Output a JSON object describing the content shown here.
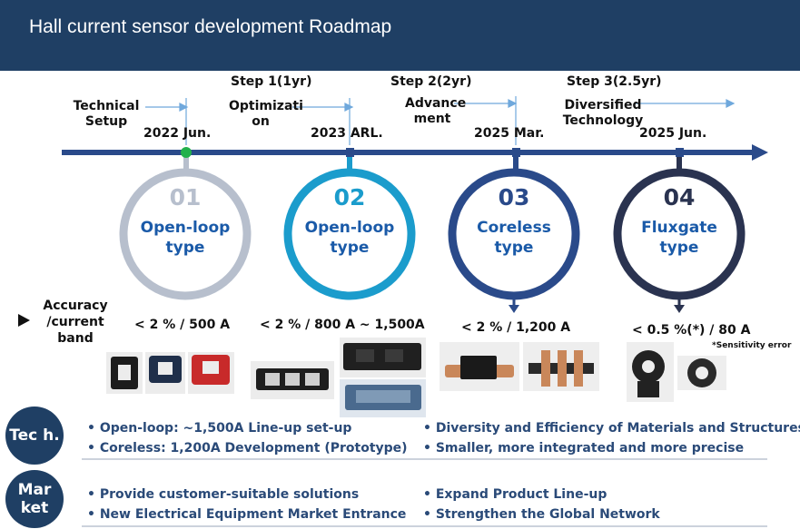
{
  "header": {
    "title": "Hall current sensor development Roadmap"
  },
  "steps": [
    {
      "label": "Step 1(1yr)"
    },
    {
      "label": "Step 2(2yr)"
    },
    {
      "label": "Step 3(2.5yr)"
    }
  ],
  "phases": [
    {
      "label": "Technical Setup"
    },
    {
      "label": "Optimizati on"
    },
    {
      "label": "Advance ment"
    },
    {
      "label": "Diversified Technology"
    }
  ],
  "dates": [
    "2022 Jun.",
    "2023 ARL.",
    "2025 Mar.",
    "2025 Jun."
  ],
  "circles": [
    {
      "number": "01",
      "type_line1": "Open-loop",
      "type_line2": "type",
      "ring_color": "#b7bfcd",
      "num_color": "#b7bfcd"
    },
    {
      "number": "02",
      "type_line1": "Open-loop",
      "type_line2": "type",
      "ring_color": "#1b9ccc",
      "num_color": "#1b9ccc"
    },
    {
      "number": "03",
      "type_line1": "Coreless",
      "type_line2": "type",
      "ring_color": "#2a4a8a",
      "num_color": "#2a4a8a"
    },
    {
      "number": "04",
      "type_line1": "Fluxgate",
      "type_line2": "type",
      "ring_color": "#2a3350",
      "num_color": "#2a3350"
    }
  ],
  "accuracy_label": "Accuracy /current band",
  "specs": [
    "< 2 % / 500 A",
    "< 2 % / 800 A ~ 1,500A",
    "< 2 % / 1,200 A",
    "< 0.5 %(*) / 80 A"
  ],
  "footnote": "*Sensitivity error",
  "tech": {
    "badge": "Tec h.",
    "left": [
      "Open-loop: ~1,500A Line-up set-up",
      "Coreless: 1,200A Development (Prototype)"
    ],
    "right": [
      "Diversity and Efficiency of Materials and Structures",
      "Smaller, more integrated and more precise"
    ]
  },
  "market": {
    "badge": "Mar ket",
    "left": [
      "Provide customer-suitable solutions",
      "New Electrical Equipment Market Entrance"
    ],
    "right": [
      "Expand Product Line-up",
      "Strengthen the Global Network"
    ]
  },
  "colors": {
    "header": "#1f3f64",
    "timeline": "#2a4a8a",
    "start_dot": "#22b14c",
    "thin_arrow": "#6fa8dc",
    "bullet_text": "#2a4a78"
  }
}
